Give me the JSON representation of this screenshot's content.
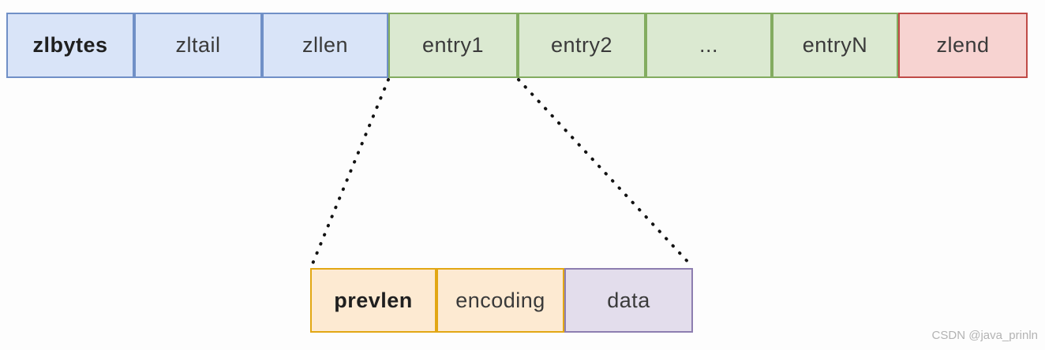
{
  "diagram": {
    "description": "ziplist memory layout diagram",
    "top_row": {
      "cells": [
        {
          "label": "zlbytes",
          "scheme": "blue"
        },
        {
          "label": "zltail",
          "scheme": "blue"
        },
        {
          "label": "zllen",
          "scheme": "blue"
        },
        {
          "label": "entry1",
          "scheme": "green"
        },
        {
          "label": "entry2",
          "scheme": "green"
        },
        {
          "label": "...",
          "scheme": "green"
        },
        {
          "label": "entryN",
          "scheme": "green"
        },
        {
          "label": "zlend",
          "scheme": "red"
        }
      ]
    },
    "entry_detail_row": {
      "cells": [
        {
          "label": "prevlen",
          "scheme": "orange"
        },
        {
          "label": "encoding",
          "scheme": "orange"
        },
        {
          "label": "data",
          "scheme": "purple"
        }
      ]
    },
    "colors": {
      "blue_fill": "#d9e4f8",
      "blue_border": "#7090c7",
      "green_fill": "#dbe9d1",
      "green_border": "#83ac60",
      "red_fill": "#f7d3d1",
      "red_border": "#bf4b47",
      "orange_fill": "#fdead2",
      "orange_border": "#e2a714",
      "purple_fill": "#e3ddec",
      "purple_border": "#8d7eb0",
      "connector": "#131313"
    },
    "watermark": "CSDN @java_prinln"
  }
}
